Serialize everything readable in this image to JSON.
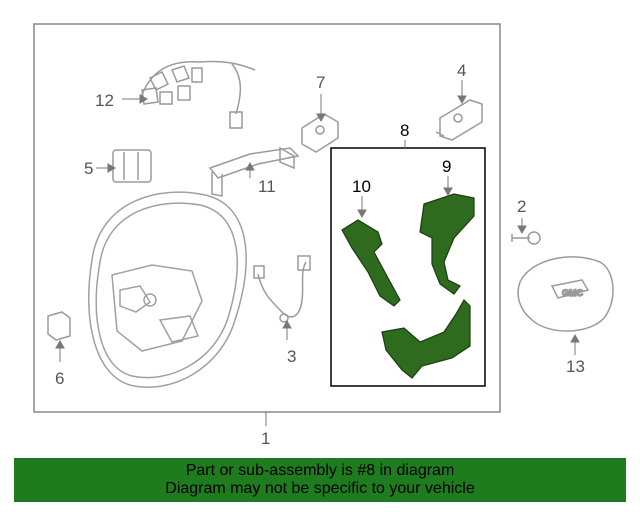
{
  "callouts": {
    "c1": "1",
    "c2": "2",
    "c3": "3",
    "c4": "4",
    "c5": "5",
    "c6": "6",
    "c7": "7",
    "c8": "8",
    "c9": "9",
    "c10": "10",
    "c11": "11",
    "c12": "12",
    "c13": "13"
  },
  "badge_logo": "GMC",
  "banner": {
    "line1": "Part or sub-assembly is #8 in diagram",
    "line2": "Diagram may not be specific to your vehicle"
  },
  "colors": {
    "highlight_part": "#2f6b1f",
    "banner_bg": "#1e7b1e",
    "line_art": "#9a9a9a"
  }
}
